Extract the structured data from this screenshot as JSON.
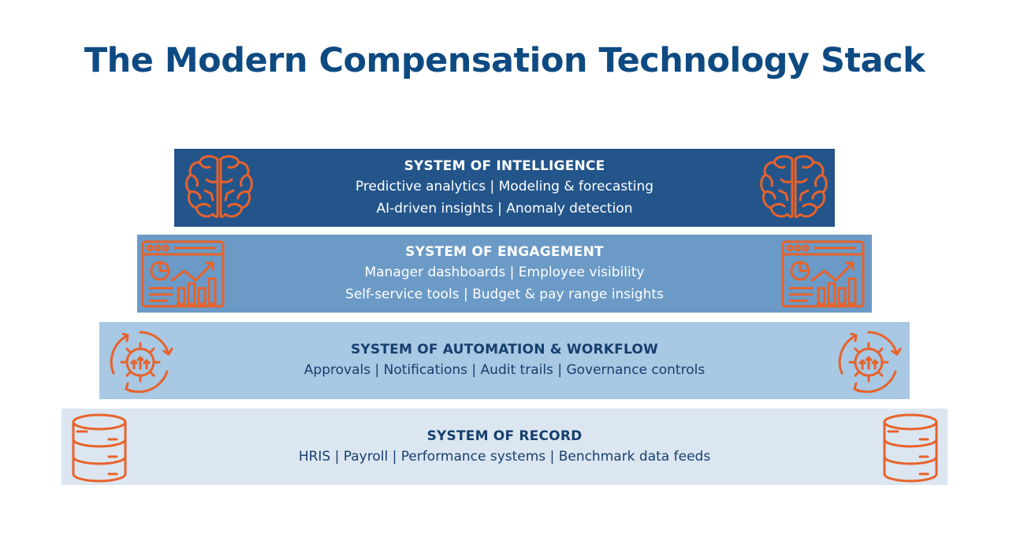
{
  "title": "The Modern Compensation Technology Stack",
  "layers": [
    {
      "heading": "SYSTEM OF INTELLIGENCE",
      "lines": [
        "Predictive analytics  |  Modeling & forecasting",
        "AI-driven insights  |  Anomaly detection"
      ],
      "icon": "brain-icon"
    },
    {
      "heading": "SYSTEM OF ENGAGEMENT",
      "lines": [
        "Manager dashboards  |  Employee visibility",
        "Self-service tools  |  Budget & pay range insights"
      ],
      "icon": "dashboard-icon"
    },
    {
      "heading": "SYSTEM OF AUTOMATION & WORKFLOW",
      "lines": [
        "Approvals  |  Notifications  |  Audit trails  |  Governance controls"
      ],
      "icon": "gear-cycle-icon"
    },
    {
      "heading": "SYSTEM OF RECORD",
      "lines": [
        "HRIS  |  Payroll  |  Performance systems  |  Benchmark data feeds"
      ],
      "icon": "database-icon"
    }
  ],
  "colors": {
    "title": "#0e4a82",
    "icon": "#e8622a",
    "layer1": "#23558a",
    "layer2": "#6b9ac6",
    "layer3": "#a8c8e3",
    "layer4": "#dbe6f1"
  }
}
